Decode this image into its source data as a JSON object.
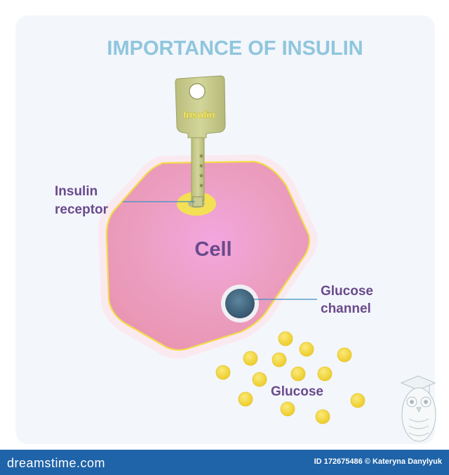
{
  "title": "IMPORTANCE OF INSULIN",
  "labels": {
    "key": "Insulin",
    "receptor_line1": "Insulin",
    "receptor_line2": "receptor",
    "cell": "Cell",
    "channel_line1": "Glucose",
    "channel_line2": "channel",
    "glucose": "Glucose"
  },
  "footer": {
    "logo": "dreamstime.com",
    "credit": "ID 172675486 © Kateryna Danylyuk"
  },
  "colors": {
    "title": "#8fc6dd",
    "label": "#6a4a8c",
    "cell_fill": "#f29ac3",
    "cell_glow": "#f5a6dc",
    "cell_border": "#f3dc4a",
    "key": "#c6c98a",
    "glucose": "#f2d63a",
    "channel": "#4b6f86",
    "footer": "#1f63a8"
  },
  "icons": {
    "insulin_key": "key-icon",
    "owl_watermark": "owl-graduate-icon"
  }
}
